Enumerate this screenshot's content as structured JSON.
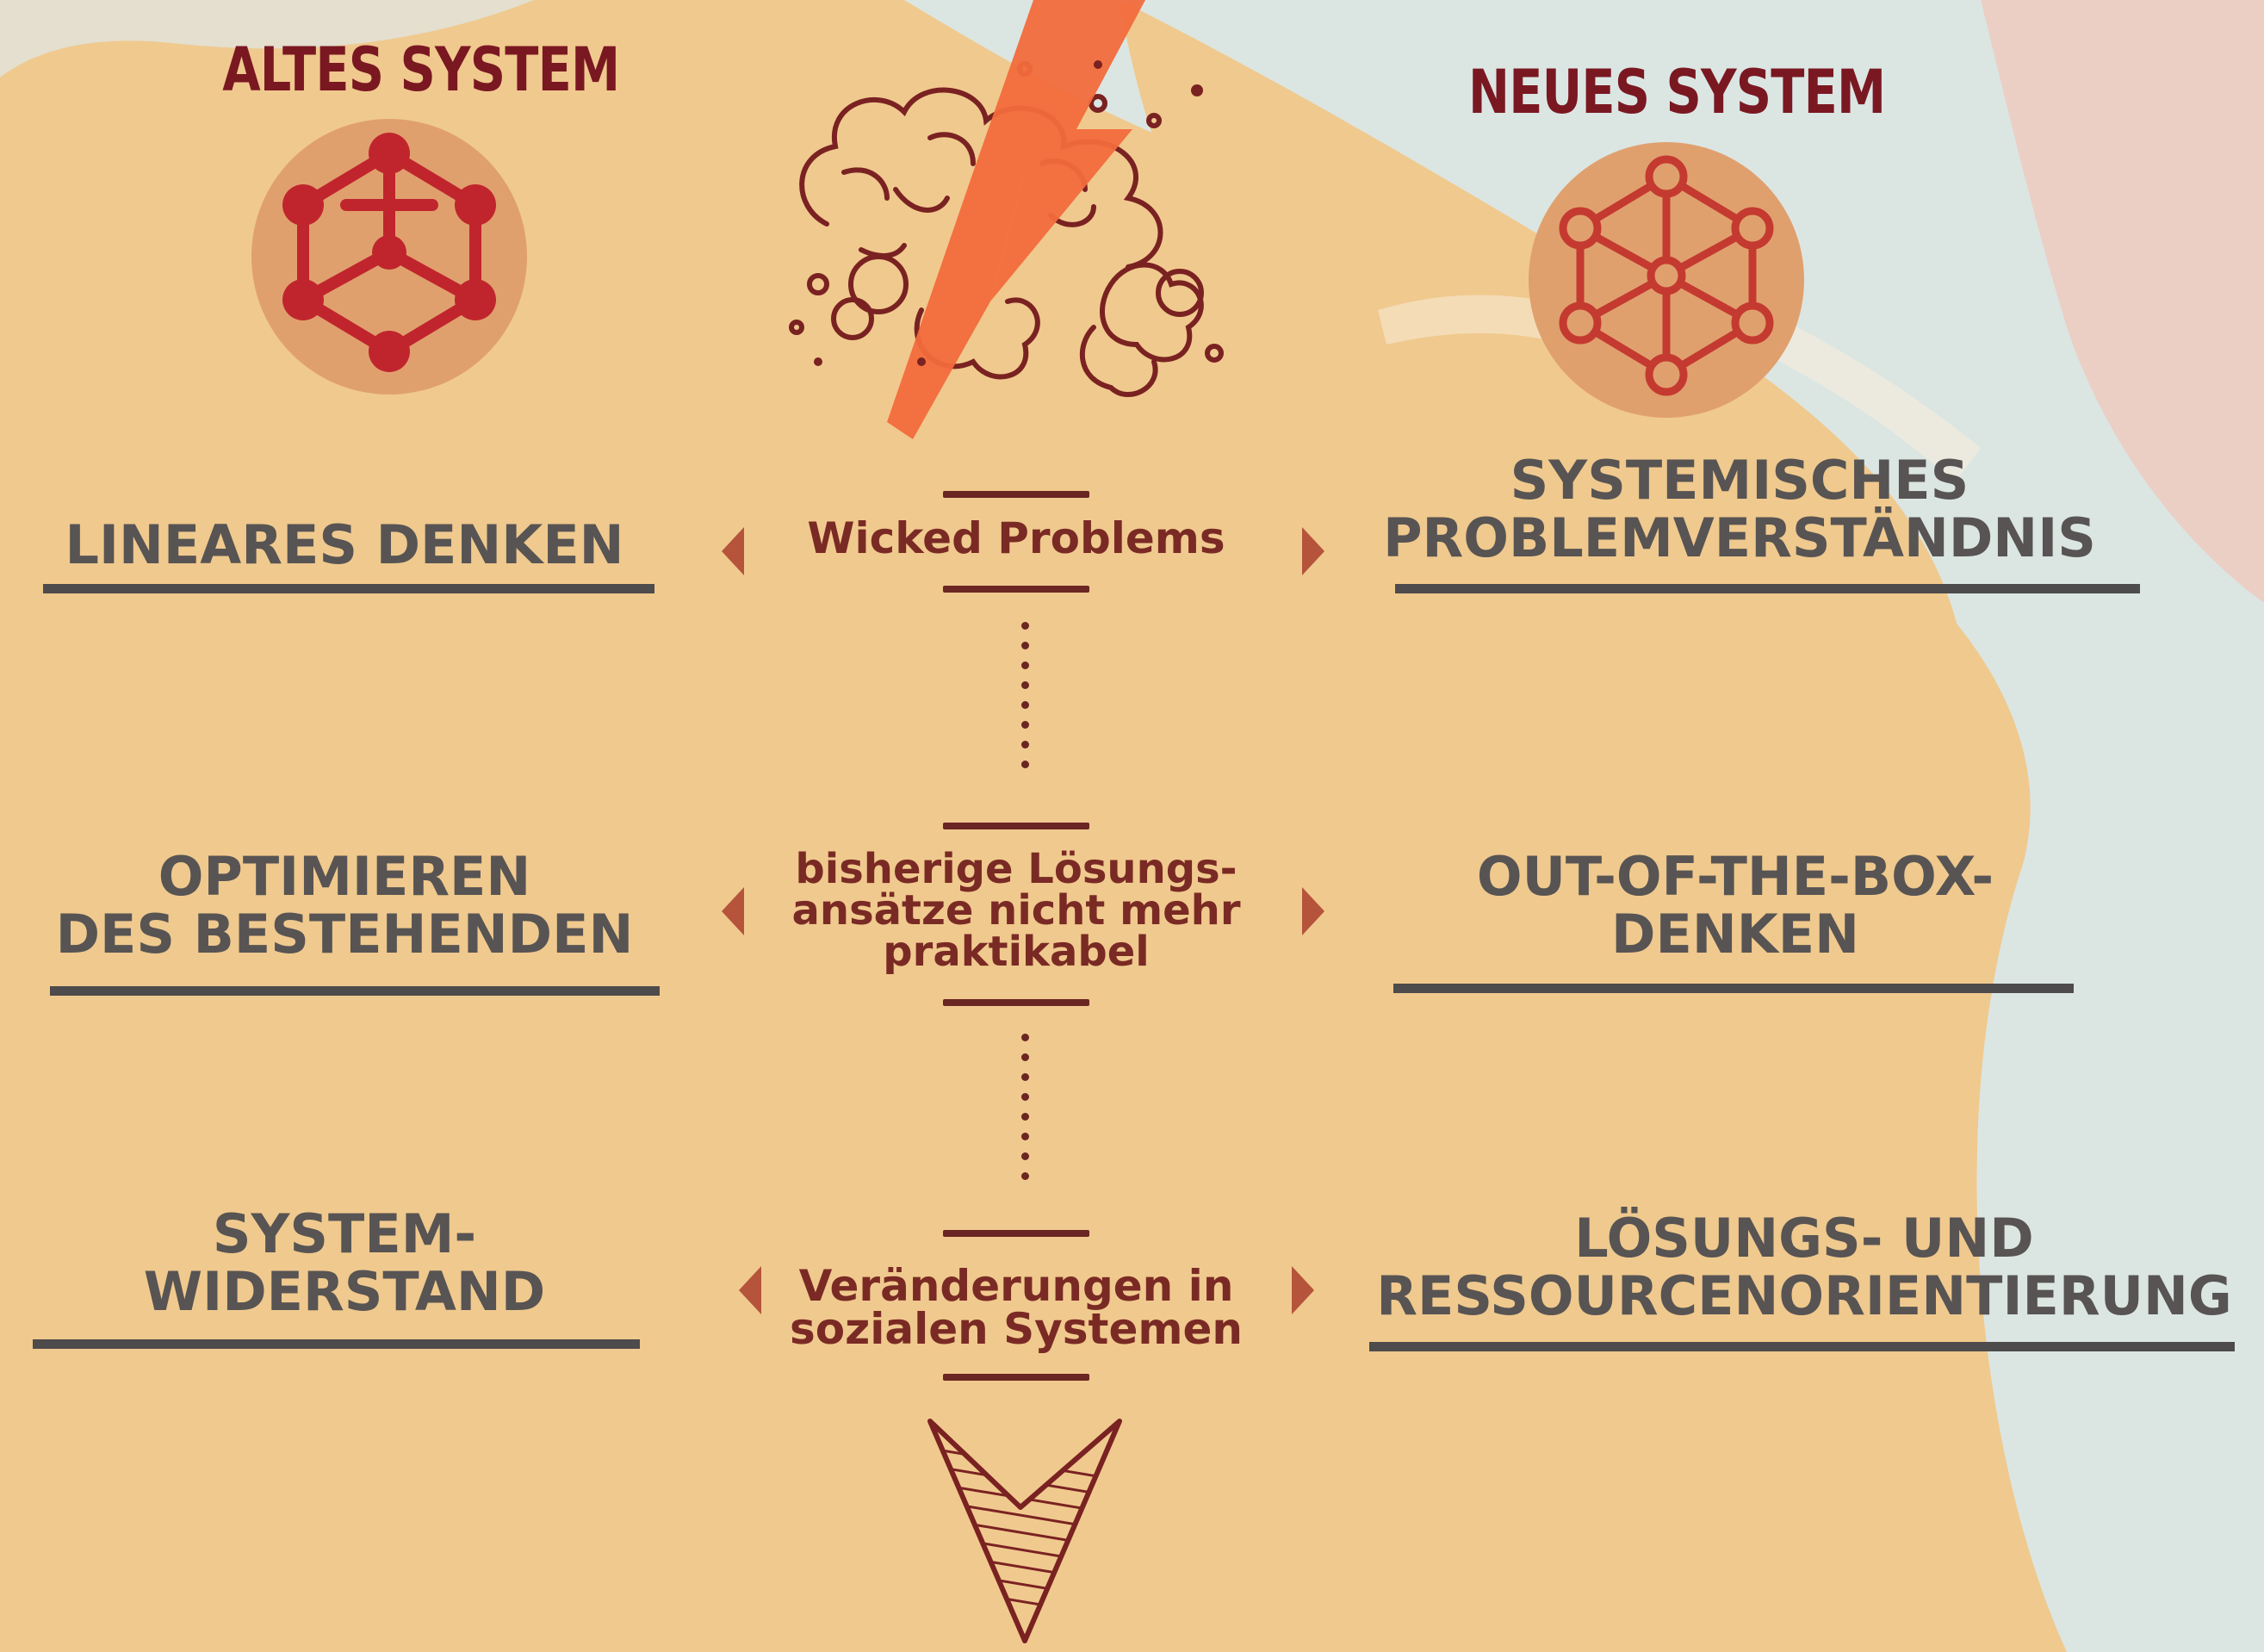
{
  "columns": {
    "left_heading": "ALTES SYSTEM",
    "right_heading": "NEUES SYSTEM"
  },
  "rows": [
    {
      "left": "LINEARES DENKEN",
      "center": "Wicked Problems",
      "right": [
        "SYSTEMISCHES",
        "PROBLEMVERSTÄNDNIS"
      ]
    },
    {
      "left": [
        "OPTIMIEREN",
        "DES BESTEHENDEN"
      ],
      "center": [
        "bisherige Lösungs-",
        "ansätze nicht mehr",
        "praktikabel"
      ],
      "right": [
        "OUT-OF-THE-BOX-",
        "DENKEN"
      ]
    },
    {
      "left": [
        "SYSTEM-",
        "WIDERSTAND"
      ],
      "center": [
        "Veränderungen in",
        "sozialen Systemen"
      ],
      "right": [
        "LÖSUNGS- UND",
        "RESSOURCENORIENTIERUNG"
      ]
    }
  ],
  "icons": {
    "left": "molecule-network-icon",
    "center": "explosion-lightning-icon",
    "bottom": "chevron-down-arrow-icon",
    "right": "molecule-network-outline-icon"
  },
  "colors": {
    "background": "#f0c98e",
    "heading": "#7a1822",
    "label": "#575453",
    "center_text": "#7a2a24",
    "molecule": "#c0252d",
    "circle_bg": "#e0a06e",
    "lightning": "#f26c3c",
    "arrow": "#b5543a"
  }
}
